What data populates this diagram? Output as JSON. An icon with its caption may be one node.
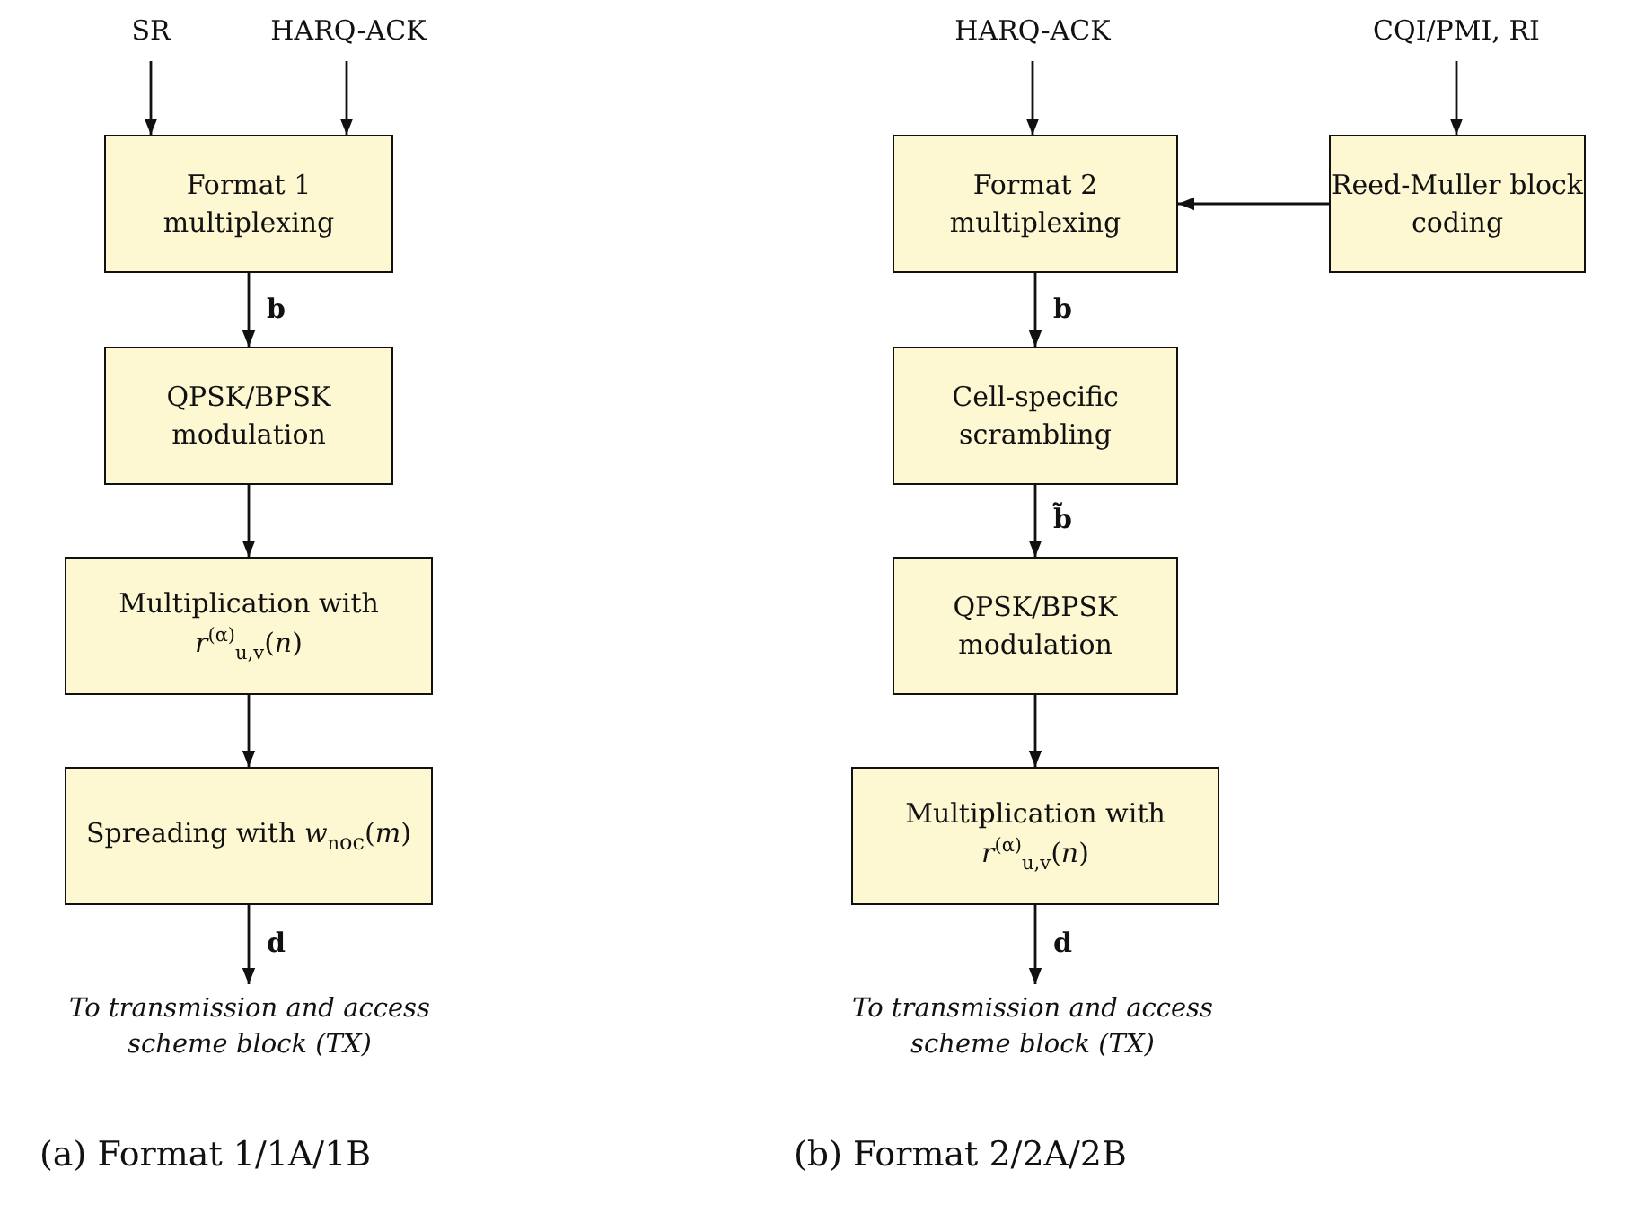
{
  "diagram": {
    "nodes": [
      {
        "text": [
          "SR"
        ]
      },
      {
        "text": [
          "HARQ-ACK"
        ]
      },
      {
        "text": [
          "Format 1 multiplexing"
        ]
      },
      {
        "text": [
          "QPSK/BPSK modulation"
        ]
      },
      {
        "text": [
          "Multiplication with *r*$^{(α)}$$_{u,v}$(*n*)"
        ]
      },
      {
        "text": [
          "Spreading with *w*$_{n}$$_{oc}$(*m*)"
        ]
      },
      {
        "text": [
          "To transmission and access scheme block (TX)"
        ]
      },
      {
        "text": [
          "HARQ-ACK"
        ]
      },
      {
        "text": [
          "CQI/PMI, RI"
        ]
      },
      {
        "text": [
          "Format 2 multiplexing"
        ]
      },
      {
        "text": [
          "Reed-Muller block coding"
        ]
      },
      {
        "text": [
          "Cell-specific scrambling"
        ]
      },
      {
        "text": [
          "QPSK/BPSK modulation"
        ]
      },
      {
        "text": [
          "Multiplication with *r*$^{(α)}$$_{u,v}$(*n*)"
        ]
      },
      {
        "text": [
          "To transmission and access scheme block (TX)"
        ]
      }
    ],
    "edges": [
      {
        "from": 0,
        "to": 2,
        "arrow": "to"
      },
      {
        "from": 1,
        "to": 2,
        "arrow": "to"
      },
      {
        "from": 2,
        "to": 3,
        "arrow": "to",
        "label": "b"
      },
      {
        "from": 3,
        "to": 4,
        "arrow": "to"
      },
      {
        "from": 4,
        "to": 5,
        "arrow": "to"
      },
      {
        "from": 5,
        "to": 6,
        "arrow": "to",
        "label": "d"
      },
      {
        "from": 7,
        "to": 9,
        "arrow": "to"
      },
      {
        "from": 8,
        "to": 10,
        "arrow": "to"
      },
      {
        "from": 10,
        "to": 9,
        "arrow": "to"
      },
      {
        "from": 9,
        "to": 11,
        "arrow": "to",
        "label": "b"
      },
      {
        "from": 11,
        "to": 12,
        "arrow": "to",
        "label": "b̃"
      },
      {
        "from": 12,
        "to": 13,
        "arrow": "to"
      },
      {
        "from": 13,
        "to": 14,
        "arrow": "to",
        "label": "d"
      }
    ],
    "labels": [
      "(a) Format 1/1A/1B",
      "(b) Format 2/2A/2B"
    ]
  }
}
